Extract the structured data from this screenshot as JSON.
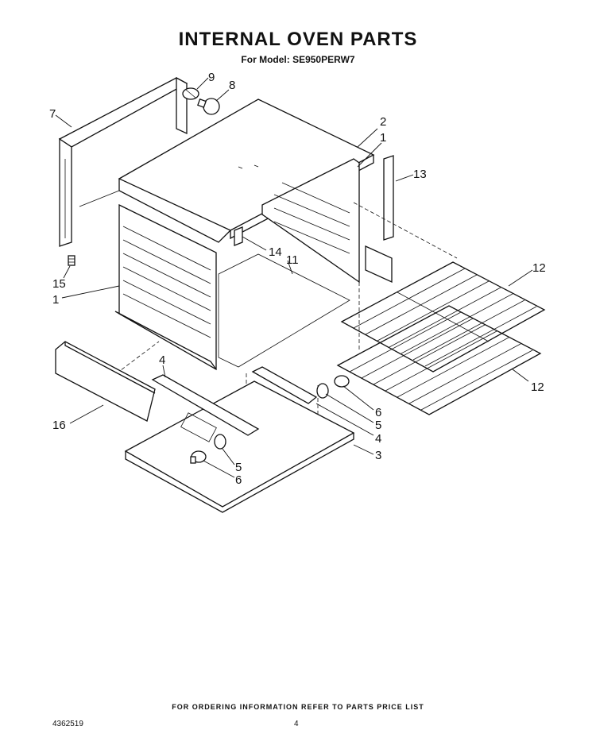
{
  "header": {
    "title": "INTERNAL OVEN PARTS",
    "subtitle": "For Model: SE950PERW7"
  },
  "callouts": [
    "9",
    "8",
    "7",
    "2",
    "1",
    "13",
    "14",
    "11",
    "15",
    "1",
    "12",
    "12",
    "4",
    "16",
    "6",
    "5",
    "4",
    "3",
    "5",
    "6"
  ],
  "footer": {
    "note": "FOR ORDERING INFORMATION REFER TO PARTS PRICE LIST",
    "doc_number": "4362519",
    "page_number": "4"
  }
}
